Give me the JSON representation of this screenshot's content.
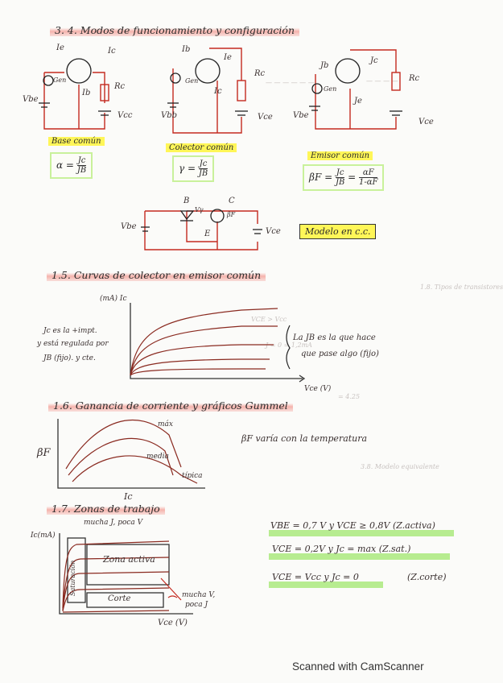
{
  "sections": {
    "s14": "3. 4. Modos de funcionamiento y configuración",
    "s15": "1.5. Curvas de colector en emisor común",
    "s16": "1.6. Ganancia de corriente y gráficos Gummel",
    "s17": "1.7. Zonas de trabajo"
  },
  "circuits": {
    "base_comun": {
      "label": "Base común",
      "formula_lhs": "α =",
      "num": "Jc",
      "den": "JB"
    },
    "colector_comun": {
      "label": "Colector común",
      "formula_lhs": "γ =",
      "num": "Jc",
      "den": "JB"
    },
    "emisor_comun": {
      "label": "Emisor común",
      "formula_lhs": "βF =",
      "num": "Jc",
      "den": "JB",
      "eq": "=",
      "num2": "αF",
      "den2": "1-αF"
    },
    "labels": {
      "ie": "Ie",
      "ic": "Ic",
      "ib": "Ib",
      "jb": "Jb",
      "jc": "Jc",
      "je": "Je",
      "rc": "Rc",
      "gen": "Gen",
      "vbe": "Vbe",
      "vcc": "Vcc",
      "vce": "Vce",
      "vbb": "Vbb",
      "plus": "+",
      "minus": "-"
    }
  },
  "cc_model": {
    "b": "B",
    "c": "C",
    "e": "E",
    "vy": "Vγ",
    "bf": "βF",
    "vbe": "Vbe",
    "vce": "Vce",
    "box": "Modelo en c.c."
  },
  "curves": {
    "ylabel": "(mA) Ic",
    "xlabel": "Vce (V)",
    "left_note": [
      "Jc es la +impt.",
      "y está regulada por",
      "JB (fijo). y cte."
    ],
    "right_note": [
      "La JB es la que hace",
      "que pase algo (fijo)"
    ]
  },
  "gummel": {
    "ylabel": "βF",
    "xlabel": "Ic",
    "max": "máx",
    "media": "media",
    "tipica": "típica",
    "note": "βF varía con la temperatura"
  },
  "zones": {
    "ylabel": "Ic(mA)",
    "xlabel": "Vce (V)",
    "top_note": "mucha J, poca V",
    "saturacion": "Saturación",
    "activa": "Zona activa",
    "corte": "Corte",
    "corte_note": [
      "mucha V,",
      "poca J"
    ],
    "eq1": "VBE = 0,7 V y VCE ≥ 0,8V (Z.activa)",
    "eq2": "VCE = 0,2V  y  Jc = max (Z.sat.)",
    "eq3": "VCE = Vcc  y  Jc = 0",
    "eq3_tag": "(Z.corte)"
  },
  "faded": [
    "1.8. Tipos de transistores",
    "3.8. Modelo equivalente",
    "VCE > Vcc",
    "J = 0 = 1,2mA",
    "= 4.25"
  ],
  "footer": "Scanned with CamScanner"
}
